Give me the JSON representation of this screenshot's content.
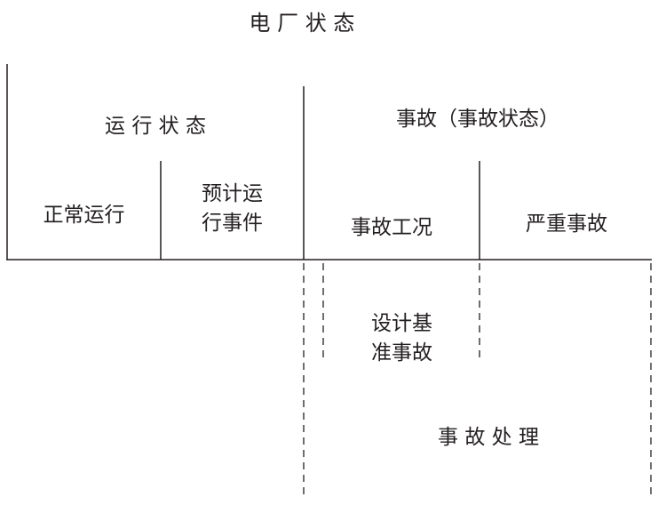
{
  "title": "电 厂 状 态",
  "operating": {
    "label": "运 行 状 态",
    "normal": "正常运行",
    "anticipated": "预计运\n行事件"
  },
  "accident": {
    "label": "事故（事故状态）",
    "conditions": "事故工况",
    "severe": "严重事故"
  },
  "design_basis": "设计基\n准事故",
  "management": "事 故 处 理",
  "colors": {
    "ink": "#231f20",
    "background": "#ffffff"
  }
}
